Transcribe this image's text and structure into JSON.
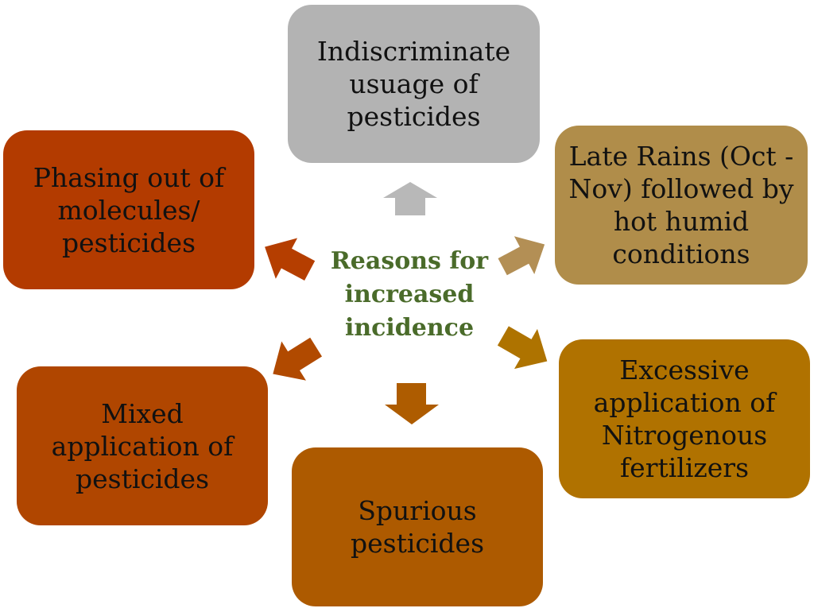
{
  "center": {
    "label": "Reasons for increased incidence",
    "color": "#4a6b2a"
  },
  "boxes": {
    "top": {
      "text": "Indiscriminate usuage of pesticides",
      "color": "#b3b3b3"
    },
    "top_right": {
      "text": "Late Rains (Oct - Nov) followed by hot humid conditions",
      "color": "#b08d4a"
    },
    "bottom_right": {
      "text": "Excessive application of Nitrogenous fertilizers",
      "color": "#b07200"
    },
    "bottom": {
      "text": "Spurious pesticides",
      "color": "#ad5a00"
    },
    "bottom_left": {
      "text": "Mixed application of pesticides",
      "color": "#b04600"
    },
    "top_left": {
      "text": "Phasing out of molecules/ pesticides",
      "color": "#b33b00"
    }
  },
  "arrows": {
    "top": "#b8b8b8",
    "top_right": "#b38f55",
    "bottom_right": "#ae7300",
    "bottom": "#ae5c00",
    "bottom_left": "#b14a00",
    "top_left": "#b53e00"
  }
}
